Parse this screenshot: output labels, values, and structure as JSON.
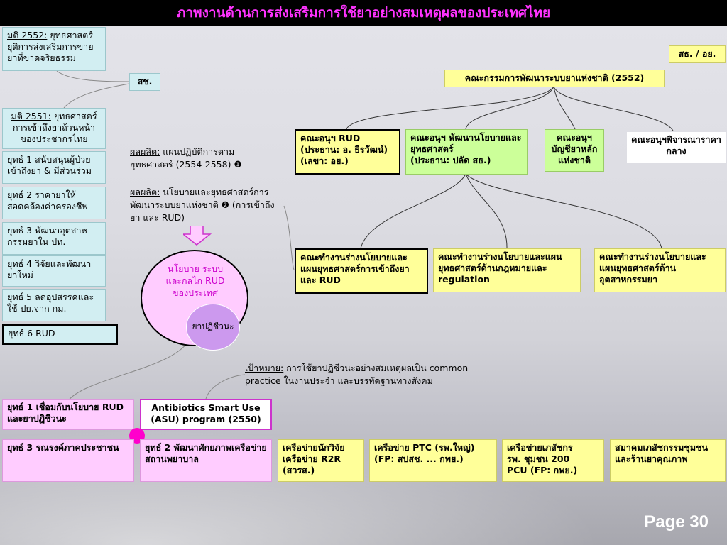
{
  "title": "ภาพงานด้านการส่งเสริมการใช้ยาอย่างสมเหตุผลของประเทศไทย",
  "left_column": {
    "resolution_2552": {
      "prefix": "มติ 2552:",
      "text": " ยุทธศาสตร์ยุติการส่งเสริมการขายยาที่ขาดจริยธรรม"
    },
    "resolution_2551": {
      "prefix": "มติ 2551:",
      "text": " ยุทธศาสตร์การเข้าถึงยาถ้วนหน้าของประชากรไทย"
    },
    "strategies": [
      "ยุทธ์ 1 สนับสนุนผู้ป่วยเข้าถึงยา & มีส่วนร่วม",
      "ยุทธ์ 2 ราคายาให้สอดคล้องค่าครองชีพ",
      "ยุทธ์ 3 พัฒนาอุตสาห-กรรมยาใน ปท.",
      "ยุทธ์ 4 วิจัยและพัฒนายาใหม่",
      "ยุทธ์ 5 ลดอุปสรรคและใช้ ปย.จาก กม.",
      "ยุทธ์ 6 RUD"
    ]
  },
  "sorch_label": "สช.",
  "output1": {
    "prefix": "ผลผลิต:",
    "text": " แผนปฏิบัติการตามยุทธศาสตร์ (2554-2558) ❶"
  },
  "output2": {
    "prefix": "ผลผลิต:",
    "text": " นโยบายและยุทธศาสตร์การพัฒนาระบบยาแห่งชาติ ❷ (การเข้าถึงยา และ RUD)"
  },
  "circle_outer": "นโยบาย ระบบและกลไก RUD ของประเทศ",
  "circle_inner": "ยาปฏิชีวนะ",
  "top_right_label": "สธ. / อย.",
  "national_committee": "คณะกรรมการพัฒนาระบบยาแห่งชาติ (2552)",
  "subcommittees": [
    "คณะอนุฯ RUD\n(ประธาน: อ. ธีรวัฒน์)\n(เลขา: อย.)",
    "คณะอนุฯ พัฒนานโยบายและยุทธศาสตร์\n(ประธาน: ปลัด สธ.)",
    "คณะอนุฯ บัญชียาหลักแห่งชาติ",
    "คณะอนุฯพิจารณาราคากลาง"
  ],
  "working_groups": [
    "คณะทำงานร่างนโยบายและแผนยุทธศาสตร์การเข้าถึงยา และ RUD",
    "คณะทำงานร่างนโยบายและแผนยุทธศาสตร์ด้านกฎหมายและ regulation",
    "คณะทำงานร่างนโยบายและแผนยุทธศาสตร์ด้านอุตสาหกรรมยา"
  ],
  "target": {
    "prefix": "เป้าหมาย:",
    "text": " การใช้ยาปฏิชีวนะอย่างสมเหตุผลเป็น common practice ในงานประจำ และบรรทัดฐานทางสังคม"
  },
  "bottom_row1": {
    "strategy1": "ยุทธ์ 1 เชื่อมกับนโยบาย RUD และยาปฏิชีวนะ",
    "asu": "Antibiotics Smart Use (ASU) program (2550)"
  },
  "bottom_row2": {
    "strategy3": "ยุทธ์ 3 รณรงค์ภาคประชาชน",
    "strategy2": "ยุทธ์ 2 พัฒนาศักยภาพเครือข่ายสถานพยาบาล",
    "networks": [
      "เครือข่ายนักวิจัย\nเครือข่าย R2R\n(สวรส.)",
      "เครือข่าย PTC (รพ.ใหญ่)\n(FP: สปสช. ... กพย.)",
      "เครือข่ายเภสัชกร\nรพ. ชุมชน 200\nPCU (FP: กพย.)",
      "สมาคมเภสัชกรรมชุมชน และร้านยาคุณภาพ"
    ]
  },
  "page_label": "Page 30"
}
